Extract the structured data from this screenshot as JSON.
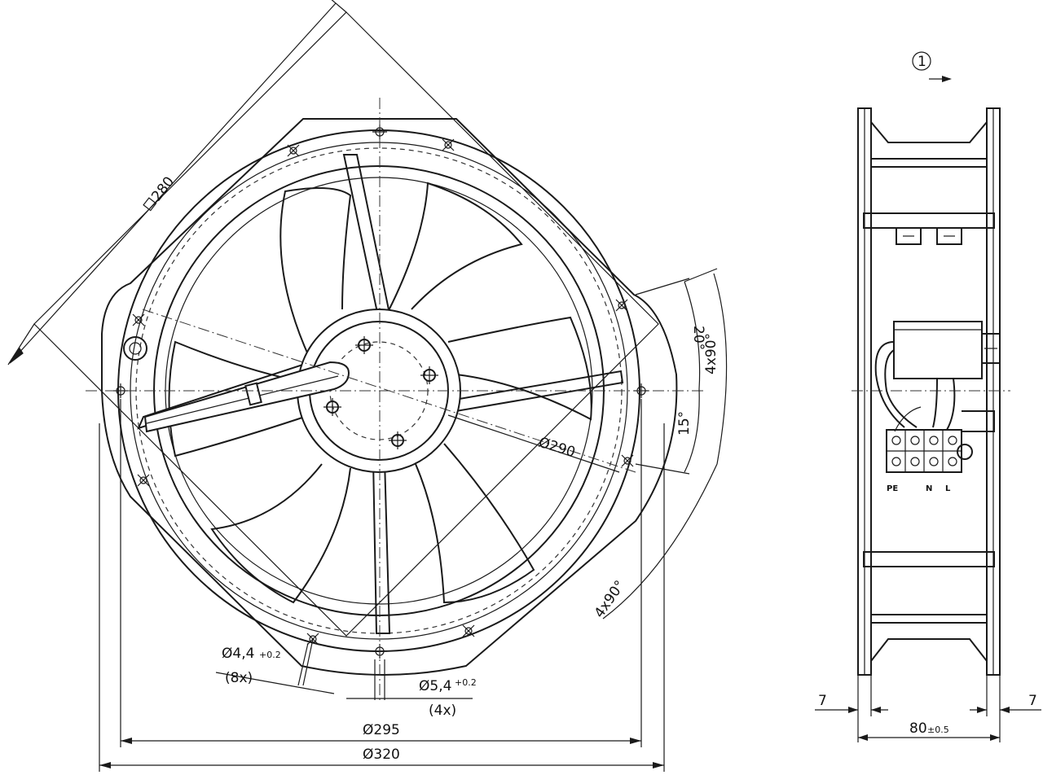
{
  "labels": {
    "frame_size": "280",
    "dia_outer": "Ø320",
    "dia_holes": "Ø295",
    "dia_ring": "Ø290",
    "hole_a": "Ø4,4",
    "hole_a_tol": "+0.2",
    "hole_a_count": "(8x)",
    "hole_b": "Ø5,4",
    "hole_b_tol": "+0.2",
    "hole_b_count": "(4x)",
    "angle_20": "20°",
    "angle_4x90_top": "4x90°",
    "angle_15": "15°",
    "angle_4x90_bottom": "4x90°",
    "flow_marker": "1",
    "side_left": "7",
    "side_right": "7",
    "depth": "80",
    "depth_tol": "±0.5",
    "term_pe": "PE",
    "term_n": "N",
    "term_l": "L"
  },
  "colors": {
    "line": "#1a1a1a",
    "background": "#ffffff"
  }
}
